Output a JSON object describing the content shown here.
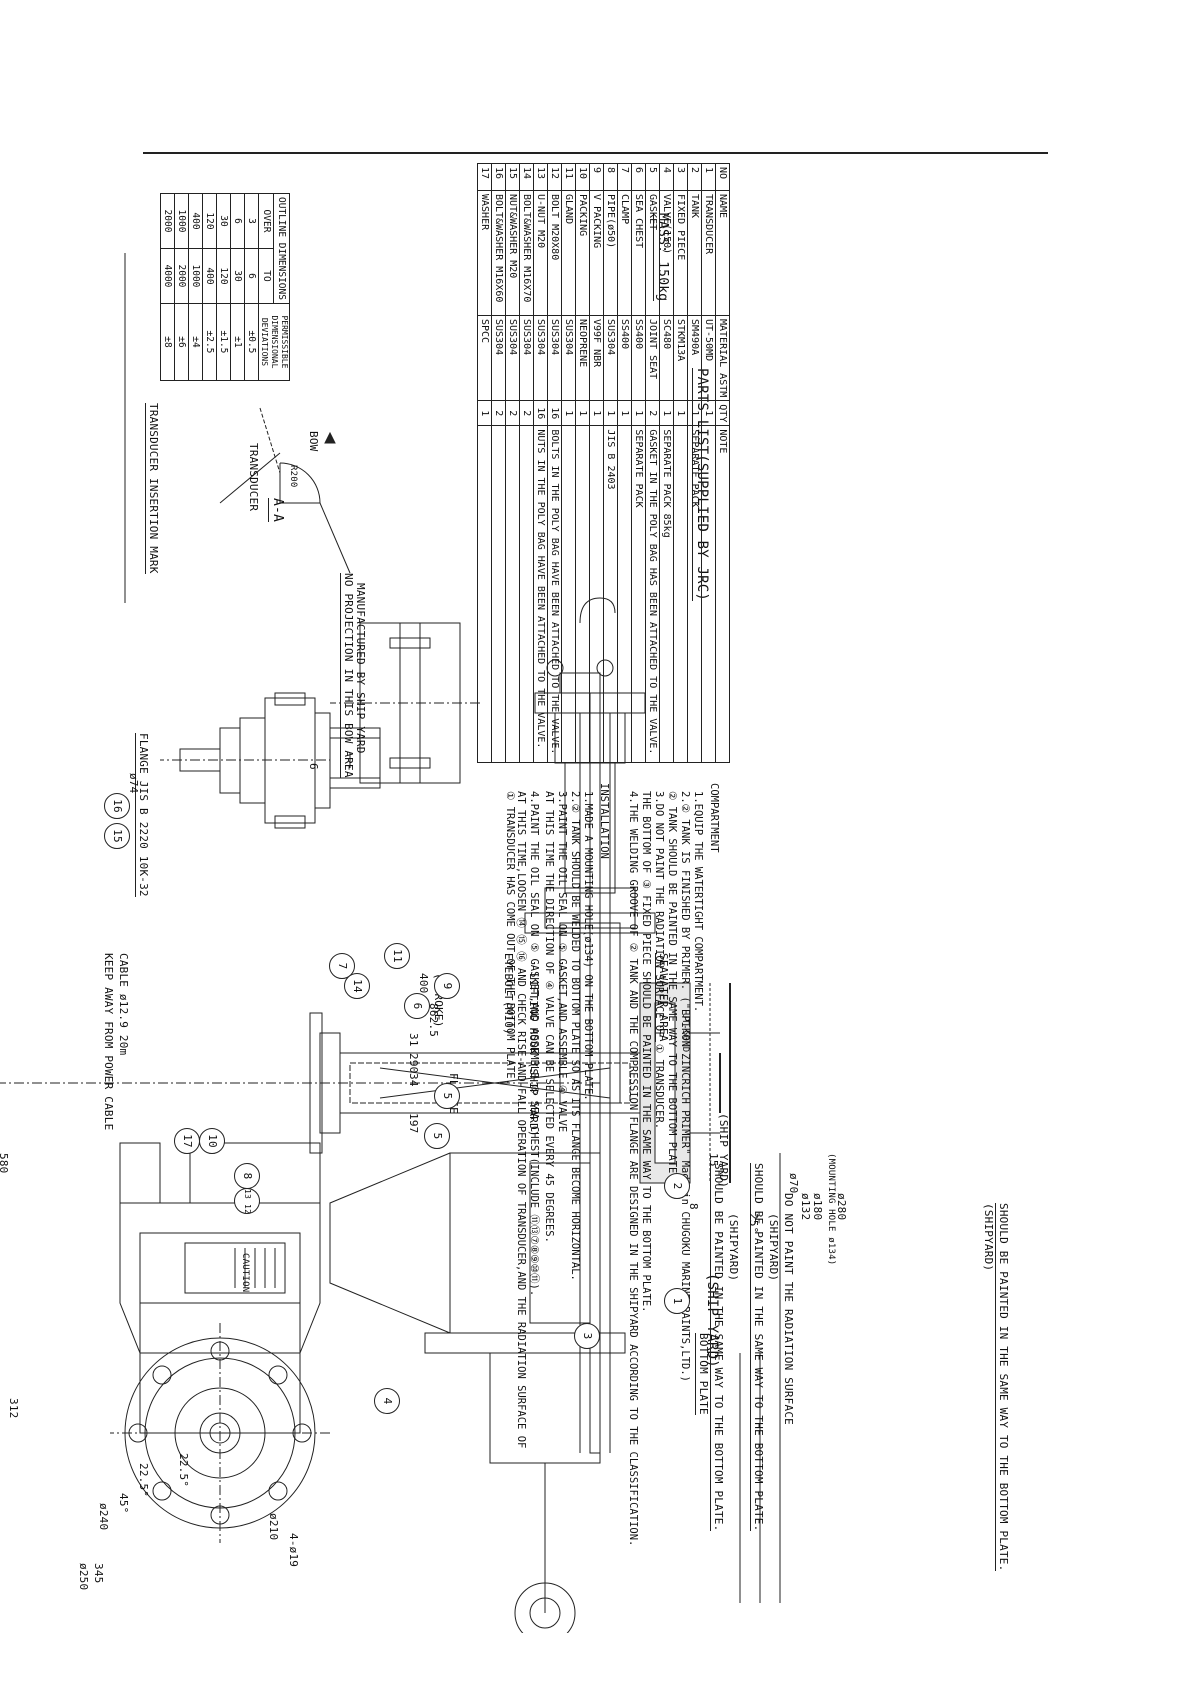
{
  "flange_label": "FLANGE JIS B 2220 10K-32",
  "insertion_mark": "TRANSDUCER INSERTION MARK",
  "section_view": {
    "transducer_label": "TRANSDUCER",
    "bow_label": "BOW",
    "radius_label": "R200",
    "section_title": "A-A",
    "area_note_line1": "NO PROJECTION IN THIS BOW AREA",
    "area_note_line2": "MANUFACTURED BY SHIP YARD"
  },
  "tolerance_table": {
    "header_outline": "OUTLINE DIMENSIONS",
    "header_permissible": "PERMISSIBLE DIMENSIONAL DEVIATIONS",
    "col_over": "OVER",
    "col_to": "TO",
    "rows": [
      [
        "3",
        "6",
        "±0.5"
      ],
      [
        "6",
        "30",
        "±1"
      ],
      [
        "30",
        "120",
        "±1.5"
      ],
      [
        "120",
        "400",
        "±2.5"
      ],
      [
        "400",
        "1000",
        "±4"
      ],
      [
        "1000",
        "2000",
        "±6"
      ],
      [
        "2000",
        "4000",
        "±8"
      ]
    ]
  },
  "installation": {
    "title": "INSTALLATION",
    "lines": [
      "1.MADE A MOUNTING HOLE(ø134) ON THE BOTTOM PLATE.",
      "2.② TANK SHOULD BE WELDED TO BOTTOM PLATE SO AS ITS FLANGE BECOME HORIZONTAL.",
      "3.PAINT THE OIL SEAL ON ⑤ GASKET,AND ASSEMBLE ④ VALVE",
      "  AT THIS TIME THE DIRECTION OF ④ VALVE CAN BE SELECTED EVERY 45 DEGREES.",
      "4.PAINT THE OIL SEAL ON ⑤ GASKET,AND ASSEMBLE ⑥ SEA CHEST(INCLUDE ⑪⑬⑦⑧⑨⑩⑪).",
      "  AT THIS TIME,LOOSEN ⑭ ⑮ ⑯ AND CHECK RISE-AND-FALL OPERATION OF TRANSDUCER,AND THE RADIATION SURFACE OF",
      "  ① TRANSDUCER HAS COME OUT OF THE BOTTOM PLATE."
    ]
  },
  "compartment": {
    "title": "COMPARTMENT",
    "lines": [
      "1.EQUIP THE WATERTIGHT COMPARTMENT.",
      "2.② TANK IS FINISHED   BY PRIMER.   (\"EPIKON ZINCRICH PRIMER\" Made in CHUGOKU MARINE PAINTS,LTD.)",
      "  ② TANK SHOULD BE PAINTED  IN THE SAME WAY TO THE  BOTTOM PLATE.",
      "3.DO  NOT  PAINT  THE  RADIATION  SURFACE OF ① TRANSDUCER.",
      "  THE BOTTOM OF ③ FIXED PIECE SHOULD BE PAINTED IN THE SAME WAY TO THE BOTTOM PLATE.",
      "4.THE WELDING GROOVE OF ② TANK AND THE COMPRESSION FLANGE ARE DESIGNED IN THE SHIPYARD ACCORDING TO THE CLASSIFICATION."
    ]
  },
  "mass": "MASS:  150kg",
  "parts_list": {
    "title": "PARTS LIST(SUPPLIED BY JRC)",
    "headers": [
      "NO",
      "NAME",
      "MATERIAL  ASTM",
      "QTY",
      "NOTE"
    ],
    "rows": [
      [
        "1",
        "TRANSDUCER",
        "UT-50MD",
        "1",
        ""
      ],
      [
        "2",
        "TANK",
        "SM490A",
        "1",
        "SEPARATE PACK"
      ],
      [
        "3",
        "FIXED  PIECE",
        "STKM13A",
        "1",
        ""
      ],
      [
        "4",
        "VALVE(150)",
        "SC480",
        "1",
        "SEPARATE PACK    85kg"
      ],
      [
        "5",
        "GASKET",
        "JOINT  SEAT",
        "2",
        "GASKET IN THE POLY BAG HAS BEEN ATTACHED TO THE VALVE."
      ],
      [
        "6",
        "SEA  CHEST",
        "SS400",
        "1",
        "SEPARATE PACK"
      ],
      [
        "7",
        "CLAMP",
        "SS400",
        "1",
        ""
      ],
      [
        "8",
        "PIPE(ø50)",
        "SUS304",
        "1",
        "JIS B 2403"
      ],
      [
        "9",
        "V  PACKING",
        "V99F  NBR",
        "1",
        ""
      ],
      [
        "10",
        "PACKING",
        "NEOPRENE",
        "1",
        ""
      ],
      [
        "11",
        "GLAND",
        "SUS304",
        "1",
        ""
      ],
      [
        "12",
        "BOLT  M20X80",
        "SUS304",
        "16",
        "BOLTS IN THE POLY BAG HAVE BEEN ATTACHED TO THE VALVE."
      ],
      [
        "13",
        "U-NUT  M20",
        "SUS304",
        "16",
        "NUTS IN THE POLY BAG HAVE BEEN ATTACHED TO THE VALVE."
      ],
      [
        "14",
        "BOLT&WASHER M16X70",
        "SUS304",
        "2",
        ""
      ],
      [
        "15",
        "NUT&WASHER M20",
        "SUS304",
        "2",
        ""
      ],
      [
        "16",
        "BOLT&WASHER M16X60",
        "SUS304",
        "2",
        ""
      ],
      [
        "17",
        "WASHER",
        "SPCC",
        "1",
        ""
      ]
    ]
  },
  "callouts": {
    "lifting_hook": "LIFTING HOOK (SHIP YARD)",
    "eyebolt": "EYEBOLT(M10)",
    "seawater_area": "SEAWATER AREA",
    "flange": "FLANGE",
    "cable": "CABLE ø12.9    20m",
    "keep_away": "KEEP AWAY FROM POWER CABLE",
    "ship_yard": "(SHIP YARD)",
    "ship_yard_small": "(SHIP YARD)",
    "bottom_plate": "BOTTOM PLATE",
    "paint_note_1": "SHOULD BE PAINTED IN THE SAME WAY TO THE BOTTOM PLATE.",
    "paint_note_1_sub": "(SHIPYARD)",
    "paint_note_2": "SHOULD BE PAINTED IN THE SAME WAY TO THE BOTTOM PLATE.",
    "paint_note_2_sub": "(SHIPYARD)",
    "paint_note_3": "SHOULD BE PAINTED IN THE SAME WAY TO THE BOTTOM PLATE.",
    "paint_note_3_sub": "(SHIPYARD)",
    "do_not_paint": "DO  NOT  PAINT  THE  RADIATION  SURFACE",
    "caution": "CAUTION"
  },
  "dimensions": {
    "d312": "312",
    "d345": "345",
    "d250": "ø250",
    "d580": "580",
    "d400": "400",
    "stroke": "(STROKE)",
    "d8625": "862.5",
    "d290": "290",
    "d197": "197",
    "d70": "ø70",
    "d132": "ø132",
    "d180": "ø180",
    "mounting_hole": "(MOUNTING HOLE ø134)",
    "d280": "ø280",
    "d25deg": "25°",
    "d225a": "22.5°",
    "d225b": "22.5°",
    "d45": "45°",
    "d4phi19": "4-ø19",
    "d240": "ø240",
    "d210": "ø210",
    "d74": "ø74",
    "d6": "6",
    "d15": "15",
    "d34": "34",
    "d31": "31",
    "d8": "8",
    "ut50md": "UT-50MD"
  },
  "balloons": [
    "1",
    "2",
    "3",
    "4",
    "5",
    "6",
    "7",
    "8",
    "9",
    "10",
    "11",
    "14",
    "15",
    "16",
    "17",
    "13 12",
    "5"
  ]
}
